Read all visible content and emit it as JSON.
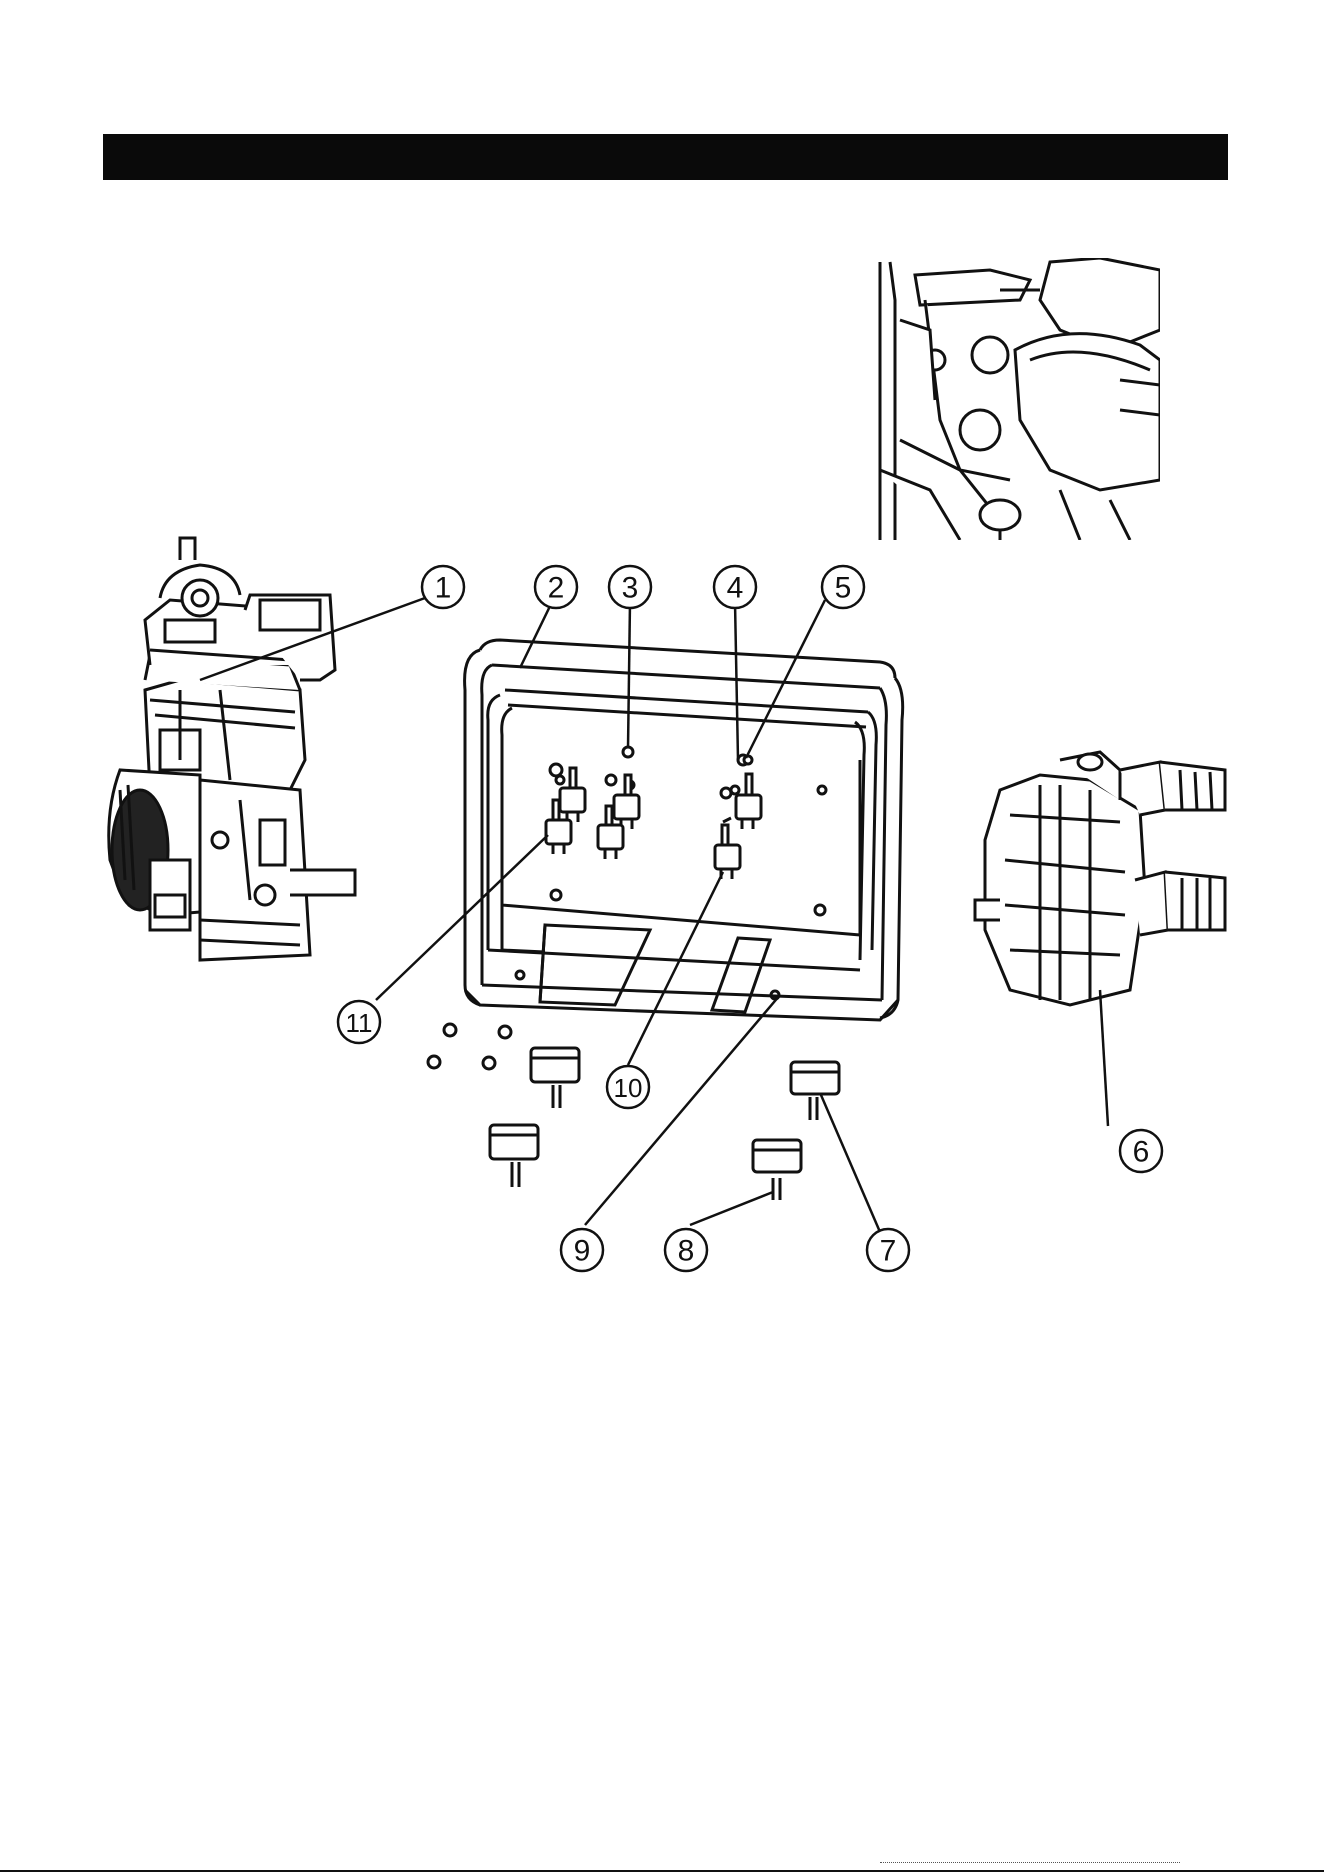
{
  "callouts": [
    {
      "number": "1",
      "part": "engine"
    },
    {
      "number": "2",
      "part": "frame"
    },
    {
      "number": "3",
      "part": "nut"
    },
    {
      "number": "4",
      "part": "rubber-mount"
    },
    {
      "number": "5",
      "part": "washer"
    },
    {
      "number": "6",
      "part": "pump"
    },
    {
      "number": "7",
      "part": "rubber-foot"
    },
    {
      "number": "8",
      "part": "bolt"
    },
    {
      "number": "9",
      "part": "nut"
    },
    {
      "number": "10",
      "part": "rubber-mount"
    },
    {
      "number": "11",
      "part": "rubber-mount"
    }
  ]
}
